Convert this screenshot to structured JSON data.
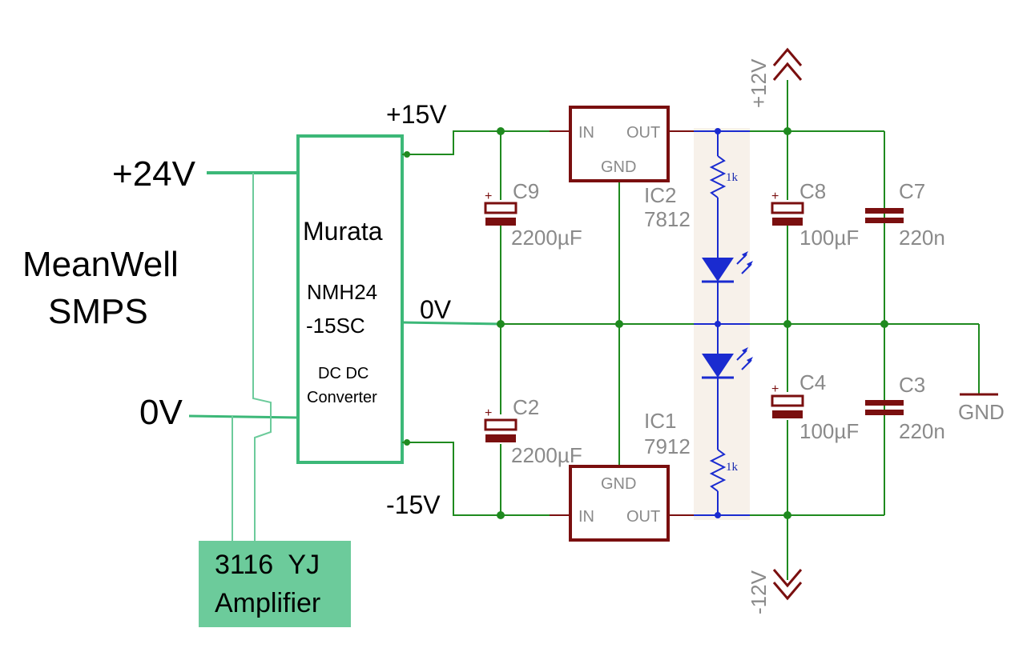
{
  "supply": {
    "name_line1": "MeanWell",
    "name_line2": "SMPS",
    "pos24": "+24V",
    "zero": "0V"
  },
  "converter": {
    "brand": "Murata",
    "part_line1": "NMH24",
    "part_line2": "-15SC",
    "desc_line1": "DC DC",
    "desc_line2": "Converter"
  },
  "amplifier": {
    "line1": "3116  YJ",
    "line2": "Amplifier"
  },
  "rails": {
    "pos15": "+15V",
    "zero": "0V",
    "neg15": "-15V",
    "pos12": "+12V",
    "neg12": "-12V",
    "gnd": "GND"
  },
  "components": {
    "c9_name": "C9",
    "c9_value": "2200µF",
    "c2_name": "C2",
    "c2_value": "2200µF",
    "c8_name": "C8",
    "c8_value": "100µF",
    "c4_name": "C4",
    "c4_value": "100µF",
    "c7_name": "C7",
    "c7_value": "220n",
    "c3_name": "C3",
    "c3_value": "220n",
    "r_top": "1k",
    "r_bottom": "1k",
    "ic2_name": "IC2",
    "ic2_part": "7812",
    "ic1_name": "IC1",
    "ic1_part": "7912",
    "ic2_in": "IN",
    "ic2_out": "OUT",
    "ic2_gnd": "GND",
    "ic1_in": "IN",
    "ic1_out": "OUT",
    "ic1_gnd": "GND",
    "plus_c9": "+",
    "plus_c2": "+",
    "plus_c8": "+",
    "plus_c4": "+"
  },
  "colors": {
    "wire": "#1f8a1f",
    "box_green": "#3cb878",
    "amp_fill": "#6ccb9b",
    "regulator": "#7a0f0f",
    "led": "#1a2bd0"
  }
}
